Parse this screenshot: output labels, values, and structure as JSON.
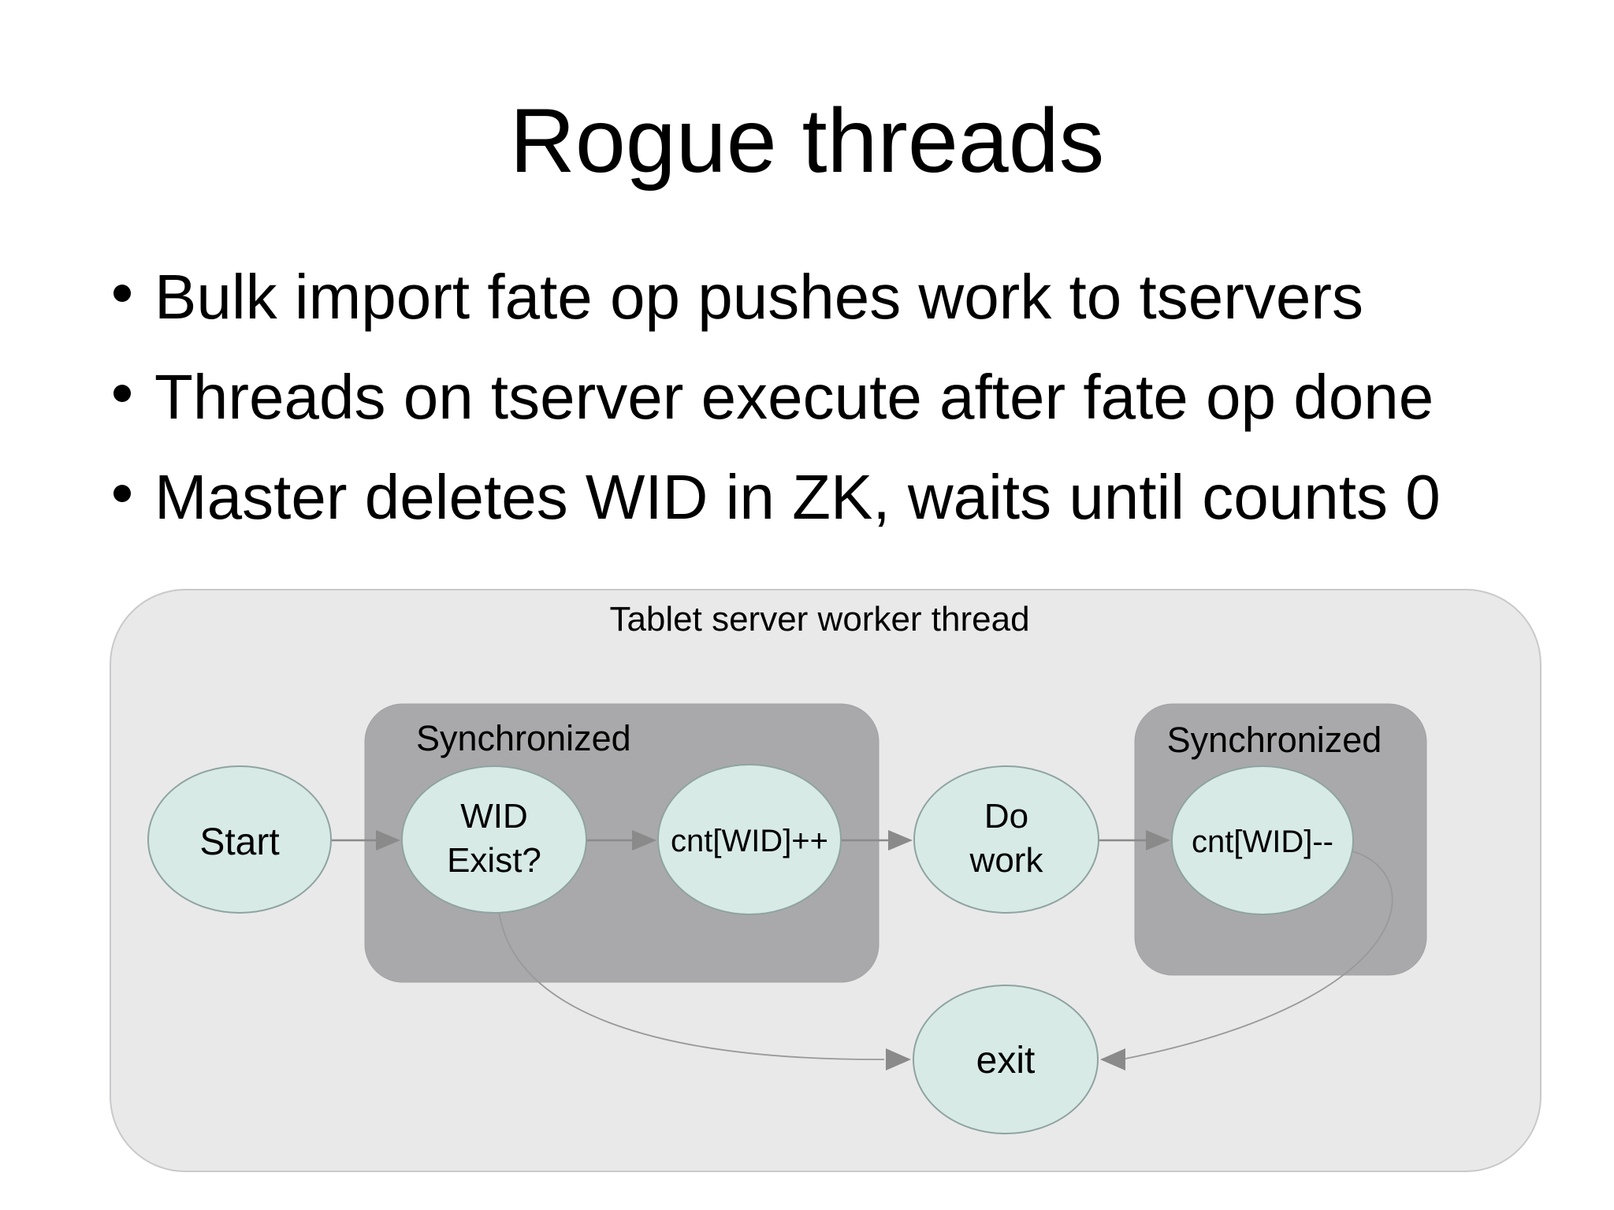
{
  "slide": {
    "title": "Rogue threads",
    "bullets": [
      "Bulk import fate op pushes work to tservers",
      "Threads on tserver execute after fate op done",
      "Master deletes WID in ZK, waits until counts 0"
    ]
  },
  "diagram": {
    "container_label": "Tablet server worker thread",
    "sync_left": "Synchronized",
    "sync_right": "Synchronized",
    "nodes": {
      "start": "Start",
      "wid_exist_line1": "WID",
      "wid_exist_line2": "Exist?",
      "cnt_inc": "cnt[WID]++",
      "do_work_line1": "Do",
      "do_work_line2": "work",
      "cnt_dec": "cnt[WID]--",
      "exit": "exit"
    },
    "edges": [
      {
        "from": "Start",
        "to": "WID Exist?"
      },
      {
        "from": "WID Exist?",
        "to": "cnt[WID]++"
      },
      {
        "from": "cnt[WID]++",
        "to": "Do work"
      },
      {
        "from": "Do work",
        "to": "cnt[WID]--"
      },
      {
        "from": "WID Exist?",
        "to": "exit"
      },
      {
        "from": "cnt[WID]--",
        "to": "exit"
      }
    ],
    "colors": {
      "container_fill": "#e9e9ea",
      "sync_fill": "#a9a9ab",
      "node_fill": "#d7eae6",
      "node_stroke": "#8fa3a0",
      "arrow": "#8a8a8a",
      "curve": "#999999"
    }
  }
}
